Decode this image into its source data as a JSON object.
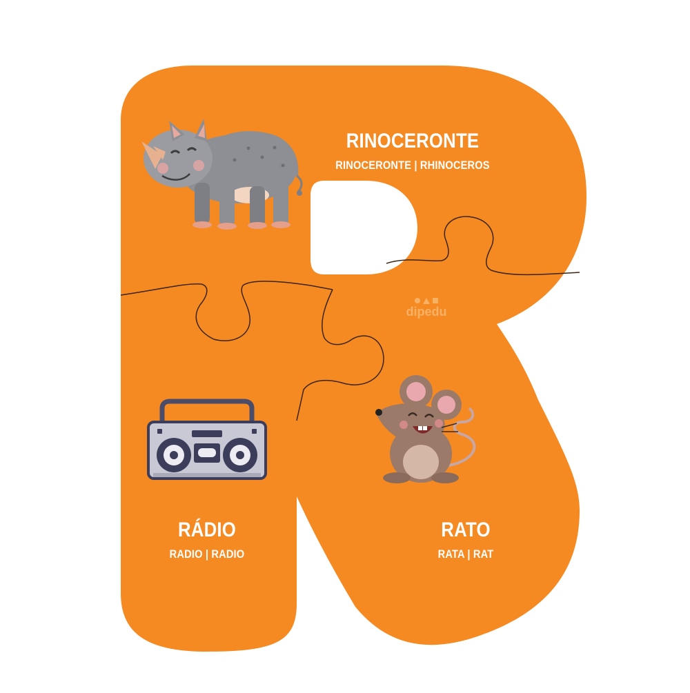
{
  "image": {
    "background": "#ffffff",
    "puzzle_color": "#f58a22",
    "cut_line_color": "#3a2410"
  },
  "cards": {
    "rhino": {
      "word": "RINOCERONTE",
      "translation": "RINOCERONTE | RHINOCEROS",
      "icon": "rhinoceros-illustration"
    },
    "radio": {
      "word": "RÁDIO",
      "translation": "RADIO | RADIO",
      "icon": "boombox-radio-illustration"
    },
    "rat": {
      "word": "RATO",
      "translation": "RATA | RAT",
      "icon": "mouse-illustration"
    }
  },
  "brand": {
    "name": "dipedu"
  }
}
